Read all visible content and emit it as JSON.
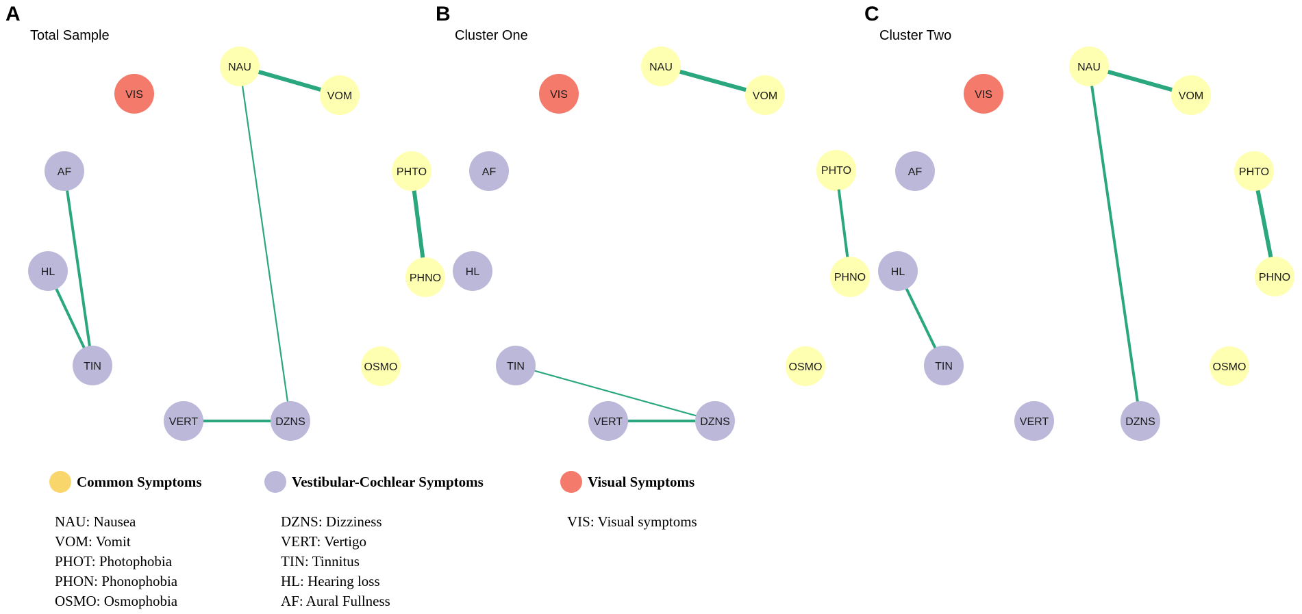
{
  "node_types": {
    "common": {
      "color": "#ffffb2"
    },
    "vestibular": {
      "color": "#bcb8da"
    },
    "visual": {
      "color": "#f47a6b"
    }
  },
  "edge_color": "#2aa77e",
  "panels": [
    {
      "letter": "A",
      "title": "Total Sample",
      "nodes": [
        {
          "id": "NAU",
          "type": "common"
        },
        {
          "id": "VOM",
          "type": "common"
        },
        {
          "id": "VIS",
          "type": "visual"
        },
        {
          "id": "AF",
          "type": "vestibular"
        },
        {
          "id": "PHTO",
          "type": "common"
        },
        {
          "id": "HL",
          "type": "vestibular"
        },
        {
          "id": "PHNO",
          "type": "common"
        },
        {
          "id": "TIN",
          "type": "vestibular"
        },
        {
          "id": "OSMO",
          "type": "common"
        },
        {
          "id": "VERT",
          "type": "vestibular"
        },
        {
          "id": "DZNS",
          "type": "vestibular"
        }
      ],
      "edges": [
        {
          "from": "NAU",
          "to": "VOM",
          "weight": "strong"
        },
        {
          "from": "NAU",
          "to": "DZNS",
          "weight": "weak"
        },
        {
          "from": "AF",
          "to": "TIN",
          "weight": "medium"
        },
        {
          "from": "HL",
          "to": "TIN",
          "weight": "medium"
        },
        {
          "from": "PHTO",
          "to": "PHNO",
          "weight": "strong"
        },
        {
          "from": "VERT",
          "to": "DZNS",
          "weight": "medium"
        }
      ]
    },
    {
      "letter": "B",
      "title": "Cluster One",
      "nodes": [
        {
          "id": "NAU",
          "type": "common"
        },
        {
          "id": "VOM",
          "type": "common"
        },
        {
          "id": "VIS",
          "type": "visual"
        },
        {
          "id": "AF",
          "type": "vestibular"
        },
        {
          "id": "PHTO",
          "type": "common"
        },
        {
          "id": "HL",
          "type": "vestibular"
        },
        {
          "id": "PHNO",
          "type": "common"
        },
        {
          "id": "TIN",
          "type": "vestibular"
        },
        {
          "id": "OSMO",
          "type": "common"
        },
        {
          "id": "VERT",
          "type": "vestibular"
        },
        {
          "id": "DZNS",
          "type": "vestibular"
        }
      ],
      "edges": [
        {
          "from": "NAU",
          "to": "VOM",
          "weight": "strong"
        },
        {
          "from": "TIN",
          "to": "DZNS",
          "weight": "weak"
        },
        {
          "from": "VERT",
          "to": "DZNS",
          "weight": "medium"
        }
      ]
    },
    {
      "letter": "C",
      "title": "Cluster Two",
      "nodes": [
        {
          "id": "NAU",
          "type": "common"
        },
        {
          "id": "VOM",
          "type": "common"
        },
        {
          "id": "VIS",
          "type": "visual"
        },
        {
          "id": "PHTO",
          "type": "common"
        },
        {
          "id": "AF",
          "type": "vestibular"
        },
        {
          "id": "PHTO",
          "type": "common"
        },
        {
          "id": "HL",
          "type": "vestibular"
        },
        {
          "id": "PHNO",
          "type": "common"
        },
        {
          "id": "PHNO",
          "type": "common"
        },
        {
          "id": "TIN",
          "type": "vestibular"
        },
        {
          "id": "OSMO",
          "type": "common"
        },
        {
          "id": "OSMO",
          "type": "common"
        },
        {
          "id": "VERT",
          "type": "vestibular"
        },
        {
          "id": "DZNS",
          "type": "vestibular"
        }
      ],
      "edges": [
        {
          "from": "NAU",
          "to": "VOM",
          "weight": "strong"
        },
        {
          "from": "NAU",
          "to": "DZNS",
          "weight": "medium"
        },
        {
          "from": "PHTO",
          "to": "PHNO",
          "weight": "medium"
        },
        {
          "from": "HL",
          "to": "TIN",
          "weight": "medium"
        },
        {
          "from": "PHTO#2",
          "to": "PHNO#2",
          "weight": "strong"
        }
      ]
    }
  ],
  "legend": {
    "keys": [
      {
        "color": "#f9d66b",
        "label": "Common Symptoms"
      },
      {
        "color": "#bcb8da",
        "label": "Vestibular-Cochlear Symptoms"
      },
      {
        "color": "#f47a6b",
        "label": "Visual Symptoms"
      }
    ],
    "abbreviations": {
      "common": [
        "NAU: Nausea",
        "VOM: Vomit",
        "PHOT: Photophobia",
        "PHON: Phonophobia",
        "OSMO: Osmophobia"
      ],
      "vestibular": [
        "DZNS: Dizziness",
        "VERT: Vertigo",
        "TIN: Tinnitus",
        "HL: Hearing loss",
        "AF: Aural Fullness"
      ],
      "visual": [
        "VIS: Visual symptoms"
      ]
    }
  }
}
